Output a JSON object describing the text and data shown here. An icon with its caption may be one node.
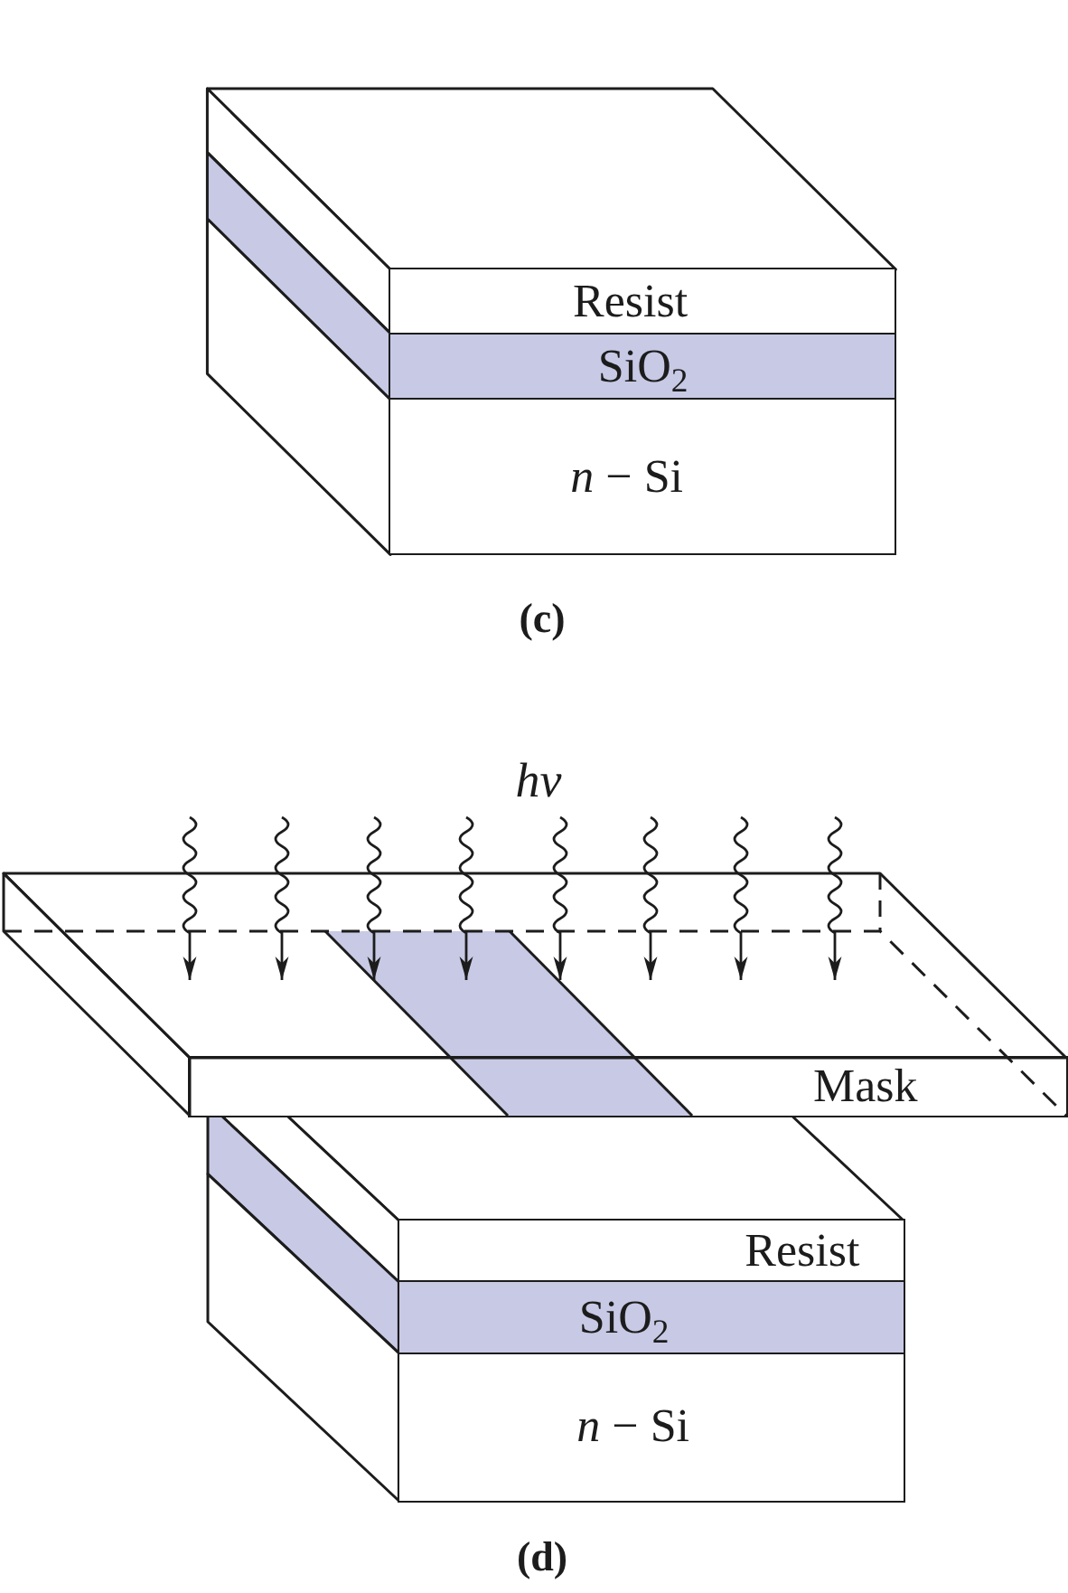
{
  "diagram": {
    "nodes": [
      {
        "text": [
          "Resist"
        ]
      },
      {
        "text": [
          "SiO$_{2}$"
        ]
      },
      {
        "text": [
          "*n* − Si"
        ]
      },
      {
        "text": [
          "Mask"
        ]
      },
      {
        "text": [
          "Resist"
        ]
      },
      {
        "text": [
          "SiO$_{2}$"
        ]
      },
      {
        "text": [
          "*n* − Si"
        ]
      }
    ],
    "labels": [
      "(c)",
      "hν",
      "(d)"
    ]
  }
}
